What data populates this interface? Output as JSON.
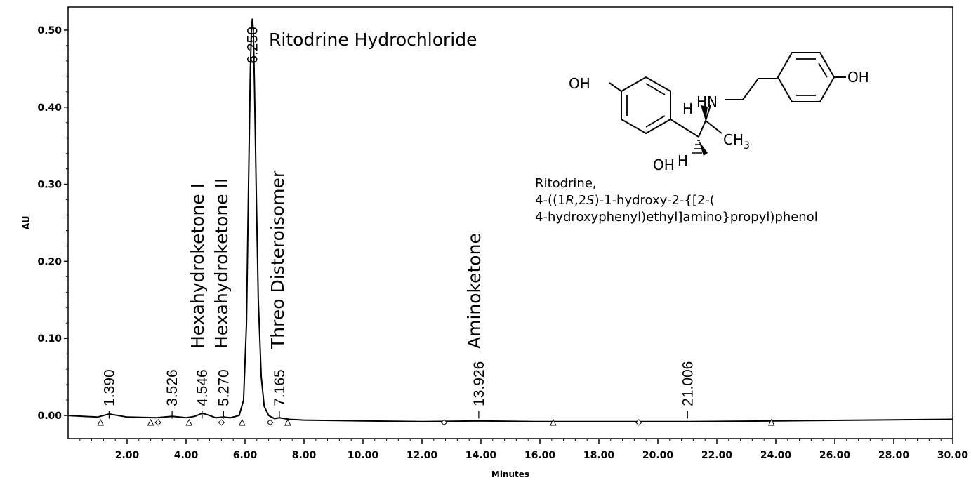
{
  "chart_data": {
    "type": "line",
    "xlabel": "Minutes",
    "ylabel": "AU",
    "xlim": [
      0,
      30
    ],
    "ylim": [
      -0.03,
      0.53
    ],
    "x_ticks": [
      "2.00",
      "4.00",
      "6.00",
      "8.00",
      "10.00",
      "12.00",
      "14.00",
      "16.00",
      "18.00",
      "20.00",
      "22.00",
      "24.00",
      "26.00",
      "28.00",
      "30.00"
    ],
    "y_ticks": [
      "0.00",
      "0.10",
      "0.20",
      "0.30",
      "0.40",
      "0.50"
    ],
    "grid": false,
    "series": [
      {
        "x": [
          0.0,
          1.0,
          1.39,
          2.0,
          3.0,
          3.53,
          4.0,
          4.3,
          4.55,
          4.8,
          5.0,
          5.27,
          5.5,
          5.8,
          5.95,
          6.05,
          6.12,
          6.18,
          6.22,
          6.25,
          6.28,
          6.32,
          6.38,
          6.45,
          6.55,
          6.65,
          6.8,
          7.0,
          7.165,
          7.5,
          8.0,
          10.0,
          12.0,
          13.926,
          16.0,
          18.0,
          21.006,
          24.0,
          27.0,
          30.0
        ],
        "y": [
          0.0,
          -0.002,
          0.002,
          -0.002,
          -0.003,
          -0.001,
          -0.003,
          -0.001,
          0.003,
          0.0,
          -0.003,
          -0.002,
          -0.003,
          0.0,
          0.02,
          0.12,
          0.3,
          0.45,
          0.505,
          0.515,
          0.5,
          0.43,
          0.29,
          0.15,
          0.05,
          0.012,
          0.0,
          -0.004,
          -0.003,
          -0.005,
          -0.006,
          -0.007,
          -0.008,
          -0.007,
          -0.008,
          -0.008,
          -0.008,
          -0.007,
          -0.006,
          -0.005
        ]
      }
    ],
    "peaks": [
      {
        "rt": 1.39,
        "label": "1.390",
        "y": 0.0
      },
      {
        "rt": 3.526,
        "label": "3.526",
        "y": 0.0
      },
      {
        "rt": 4.546,
        "label": "4.546",
        "y": 0.0
      },
      {
        "rt": 5.27,
        "label": "5.270",
        "y": 0.0
      },
      {
        "rt": 6.25,
        "label": "6.250",
        "y": 0.515
      },
      {
        "rt": 7.165,
        "label": "7.165",
        "y": 0.0
      },
      {
        "rt": 13.926,
        "label": "13.926",
        "y": 0.0
      },
      {
        "rt": 21.006,
        "label": "21.006",
        "y": 0.0
      }
    ],
    "markers": [
      {
        "x": 1.1,
        "shape": "triangle"
      },
      {
        "x": 2.8,
        "shape": "triangle"
      },
      {
        "x": 3.05,
        "shape": "diamond"
      },
      {
        "x": 4.1,
        "shape": "triangle"
      },
      {
        "x": 5.2,
        "shape": "diamond"
      },
      {
        "x": 5.9,
        "shape": "triangle"
      },
      {
        "x": 6.85,
        "shape": "diamond"
      },
      {
        "x": 7.45,
        "shape": "triangle"
      },
      {
        "x": 12.75,
        "shape": "diamond"
      },
      {
        "x": 16.45,
        "shape": "triangle"
      },
      {
        "x": 19.35,
        "shape": "diamond"
      },
      {
        "x": 23.85,
        "shape": "triangle"
      }
    ],
    "annotations": [
      {
        "text": "Ritodrine Hydrochloride",
        "at_rt": 6.25
      },
      {
        "text": "Hexahydroketone I",
        "at_rt": 4.546
      },
      {
        "text": "Hexahydroketone II",
        "at_rt": 5.27
      },
      {
        "text": "Threo Disteroisomer",
        "at_rt": 7.165
      },
      {
        "text": "Aminoketone",
        "at_rt": 13.926
      }
    ]
  },
  "structure": {
    "oh_left": "OH",
    "oh_right": "OH",
    "hn": "HN",
    "h_top": "H",
    "ch": "CH",
    "ch_sub": "3",
    "oh_bottom": "OH",
    "h_bottom": "H"
  },
  "caption": {
    "line1": "Ritodrine,",
    "line2_a": "4-((1",
    "line2_b": "R",
    "line2_c": ",2",
    "line2_d": "S",
    "line2_e": ")-1-hydroxy-2-{[2-(",
    "line3": "4-hydroxyphenyl)ethyl]amino}propyl)phenol"
  }
}
